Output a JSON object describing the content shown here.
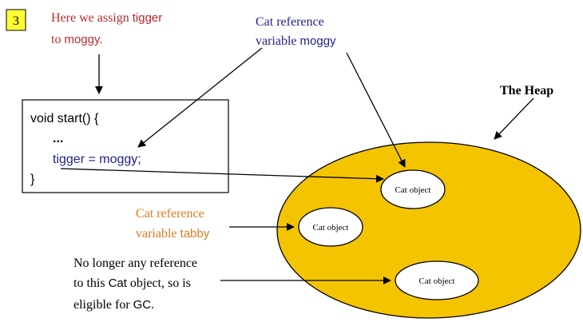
{
  "step_badge": "3",
  "callouts": {
    "assign_line1_part1": "Here we assign ",
    "assign_line1_part2": "tigger",
    "assign_line2_part1": "to ",
    "assign_line2_part2": "moggy.",
    "cat_ref_moggy_line1": "Cat reference",
    "cat_ref_moggy_line2_part1": "variable ",
    "cat_ref_moggy_line2_part2": "moggy",
    "heap_label": "The Heap",
    "cat_ref_tabby_line1": "Cat reference",
    "cat_ref_tabby_line2_part1": "variable ",
    "cat_ref_tabby_line2_part2": "tabby",
    "gc_line1": "No longer any reference",
    "gc_line2_part1": "to this ",
    "gc_line2_part2": "Cat",
    "gc_line2_part3": " object, so is",
    "gc_line3_part1": "eligible for ",
    "gc_line3_part2": "GC",
    "gc_line3_part3": "."
  },
  "code": {
    "line1": "void start() {",
    "line2": "...",
    "line3": "tigger = moggy;",
    "line4": "}"
  },
  "heap_objects": {
    "top": "Cat object",
    "middle": "Cat object",
    "bottom": "Cat object"
  },
  "colors": {
    "heap_fill": "#F5C400",
    "badge_fill": "#FFFF33",
    "red_text": "#C0272D",
    "blue_text": "#1F1F8F",
    "orange_text": "#E07A1A",
    "black": "#000000"
  }
}
